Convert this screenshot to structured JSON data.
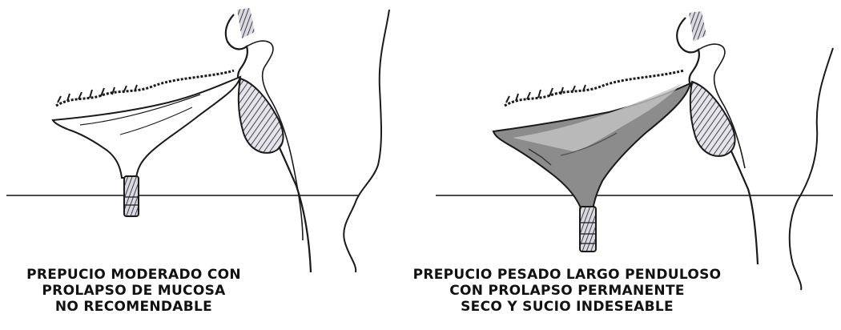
{
  "panels": [
    {
      "caption": [
        "PREPUCIO MODERADO CON",
        "PROLAPSO DE MUCOSA",
        "NO RECOMENDABLE"
      ]
    },
    {
      "caption": [
        "PREPUCIO PESADO LARGO PENDULOSO",
        "CON PROLAPSO PERMANENTE",
        "SECO Y SUCIO INDESEABLE"
      ]
    }
  ],
  "colors": {
    "ink": "#1a1a1a",
    "sheath_gray": "#8c8c8c",
    "sheath_light": "#c4c4c4",
    "hatch": "#5a5a66"
  }
}
